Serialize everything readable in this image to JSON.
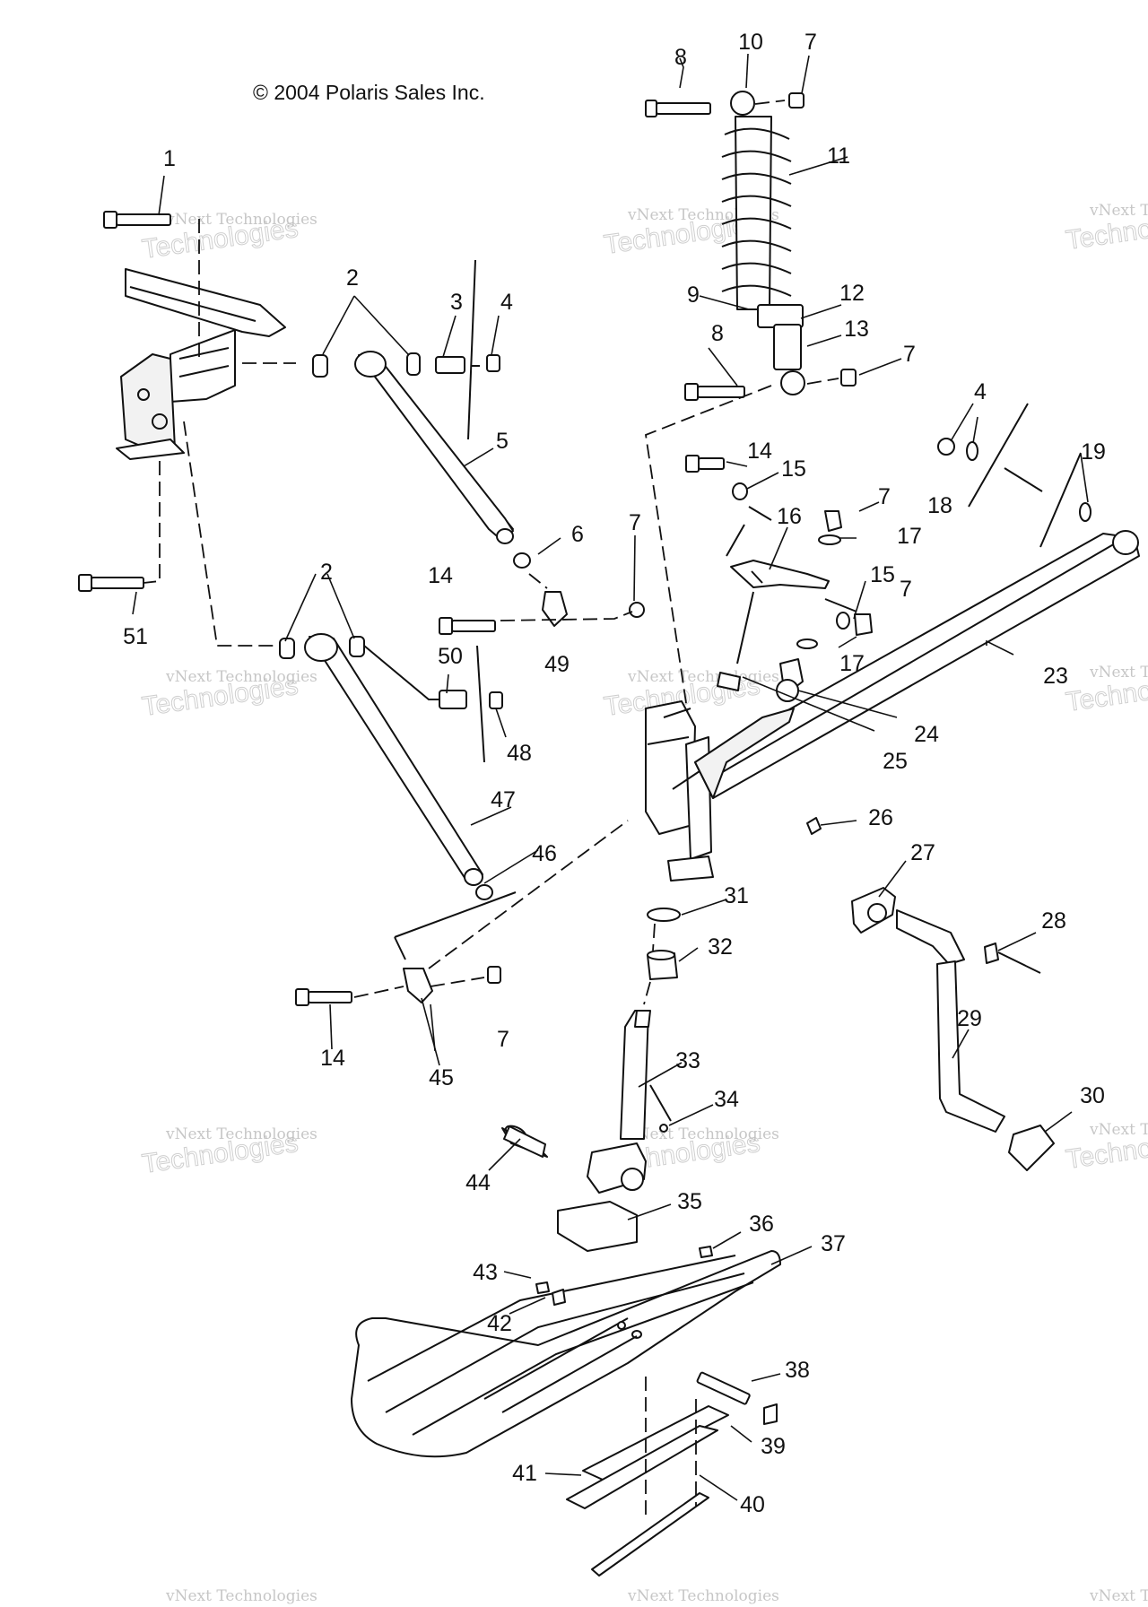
{
  "copyright": "© 2004 Polaris Sales Inc.",
  "watermark": {
    "line1": "vNext Technologies",
    "line2": "Technologies"
  },
  "callouts": [
    "1",
    "2",
    "2",
    "3",
    "4",
    "4",
    "5",
    "6",
    "7",
    "7",
    "7",
    "7",
    "7",
    "7",
    "8",
    "8",
    "9",
    "10",
    "11",
    "12",
    "13",
    "14",
    "14",
    "14",
    "15",
    "15",
    "16",
    "17",
    "17",
    "18",
    "19",
    "23",
    "24",
    "25",
    "26",
    "27",
    "28",
    "29",
    "30",
    "31",
    "32",
    "33",
    "34",
    "35",
    "36",
    "37",
    "38",
    "39",
    "40",
    "41",
    "42",
    "43",
    "44",
    "45",
    "46",
    "47",
    "48",
    "49",
    "50",
    "51"
  ]
}
